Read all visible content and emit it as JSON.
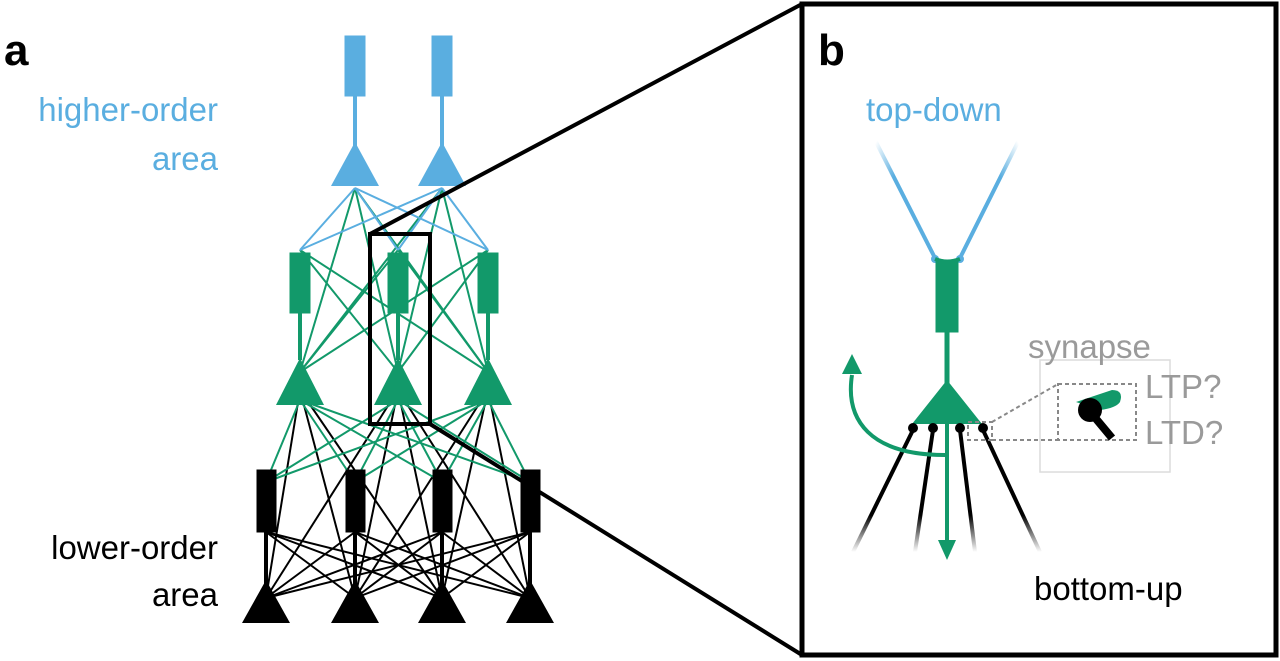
{
  "panel_a": {
    "letter": "a",
    "higher_label_line1": "higher-order",
    "higher_label_line2": "area",
    "lower_label_line1": "lower-order",
    "lower_label_line2": "area"
  },
  "panel_b": {
    "letter": "b",
    "top_down": "top-down",
    "bottom_up": "bottom-up",
    "synapse": "synapse",
    "ltp": "LTP?",
    "ltd": "LTD?"
  },
  "colors": {
    "higher": "#5aaee0",
    "middle": "#12996a",
    "lower": "#000000",
    "annotation": "#9a9a9a"
  }
}
